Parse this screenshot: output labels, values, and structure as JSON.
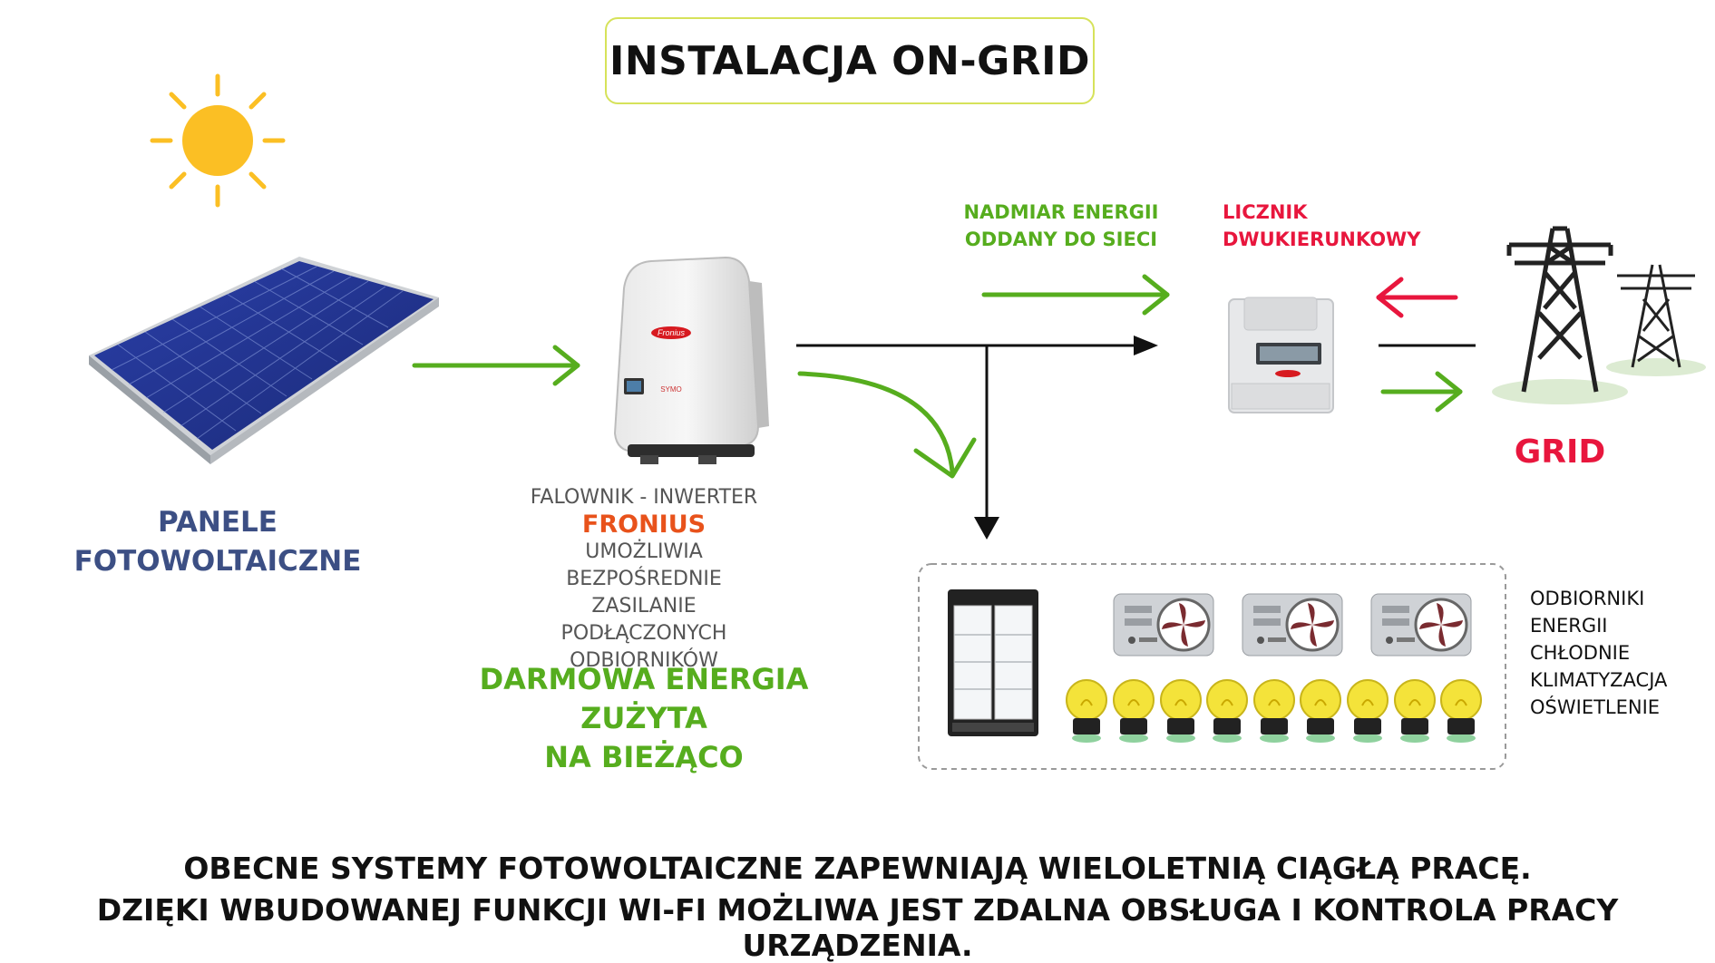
{
  "title": "INSTALACJA ON-GRID",
  "panels": {
    "line1": "PANELE",
    "line2": "FOTOWOLTAICZNE"
  },
  "inverter": {
    "heading": "FALOWNIK - INWERTER",
    "brand": "FRONIUS",
    "desc": [
      "UMOŻLIWIA BEZPOŚREDNIE",
      "ZASILANIE",
      "PODŁĄCZONYCH",
      "ODBIORNIKÓW"
    ],
    "device_brand": "Fronius",
    "device_model": "SYMO"
  },
  "free_energy": [
    "DARMOWA ENERGIA",
    "ZUŻYTA",
    "NA BIEŻĄCO"
  ],
  "surplus": [
    "NADMIAR ENERGII",
    "ODDANY DO SIECI"
  ],
  "meter": [
    "LICZNIK",
    "DWUKIERUNKOWY"
  ],
  "grid": "GRID",
  "receivers": [
    "ODBIORNIKI",
    "ENERGII",
    "CHŁODNIE",
    "KLIMATYZACJA",
    "OŚWIETLENIE"
  ],
  "footer": [
    "OBECNE SYSTEMY FOTOWOLTAICZNE ZAPEWNIAJĄ WIELOLETNIĄ CIĄGŁĄ PRACĘ.",
    "DZIĘKI WBUDOWANEJ FUNKCJI WI-FI MOŻLIWA JEST ZDALNA OBSŁUGA I KONTROLA PRACY URZĄDZENIA."
  ],
  "colors": {
    "green": "#56ad1e",
    "red": "#e8163d",
    "blue": "#3c4f84",
    "orange": "#e8521b",
    "sun": "#fbbf24"
  },
  "icons": [
    "sun-icon",
    "solar-panel-icon",
    "inverter-icon",
    "meter-icon",
    "pylon-icon",
    "fridge-icon",
    "ac-unit-icon",
    "bulb-icon"
  ]
}
